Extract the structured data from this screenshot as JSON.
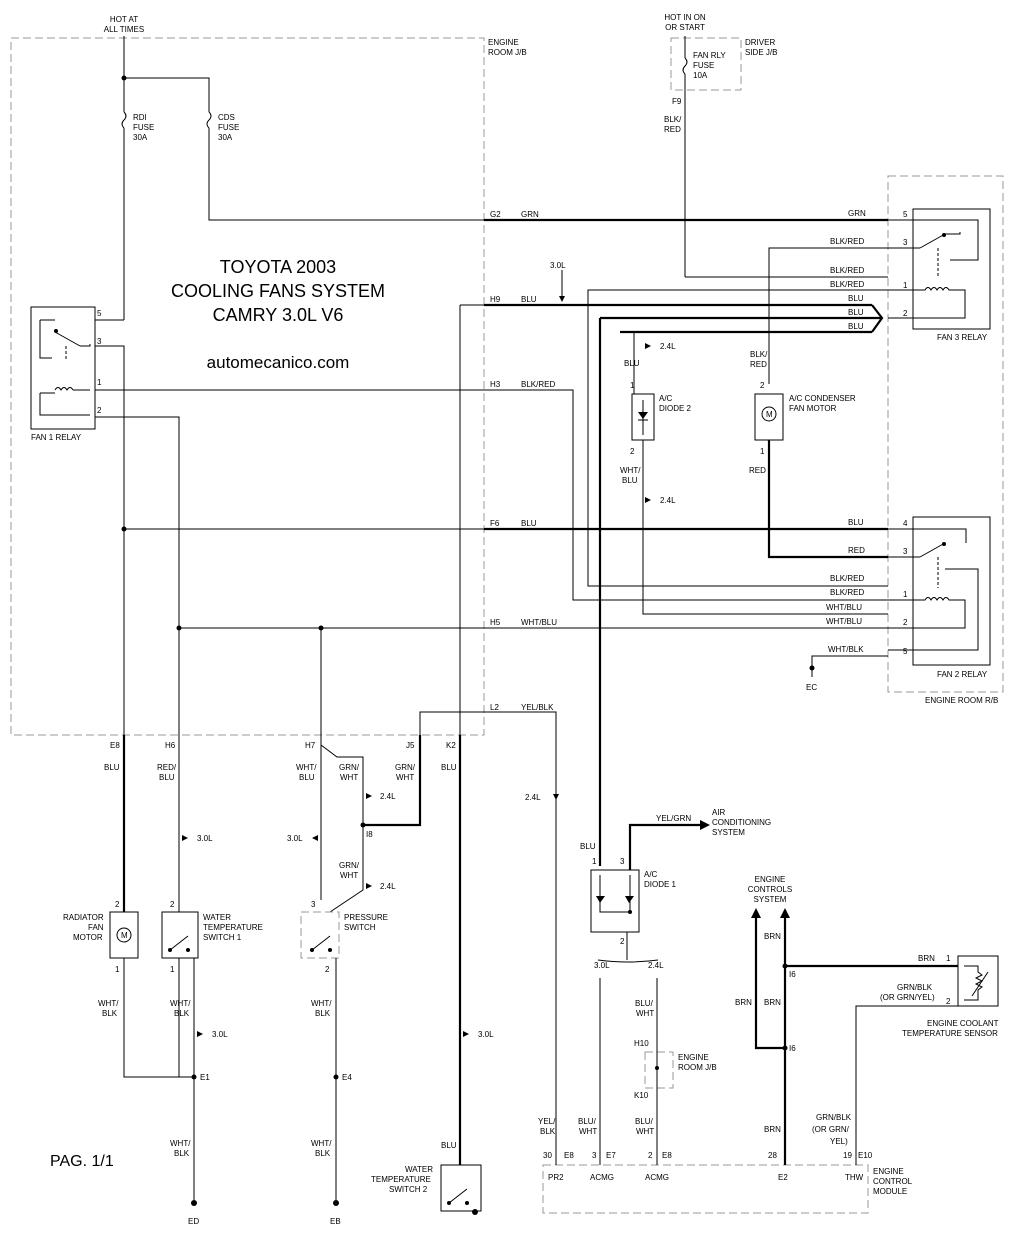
{
  "title": {
    "line1": "TOYOTA 2003",
    "line2": "COOLING FANS SYSTEM",
    "line3": "CAMRY 3.0L V6",
    "website": "automecanico.com",
    "page": "PAG. 1/1"
  },
  "sources": {
    "hot_all_times_1": "HOT AT",
    "hot_all_times_2": "ALL TIMES",
    "hot_run_1": "HOT IN ON",
    "hot_run_2": "OR START"
  },
  "boxes": {
    "engine_room_jb_1": "ENGINE",
    "engine_room_jb_2": "ROOM J/B",
    "driver_jb_1": "DRIVER",
    "driver_jb_2": "SIDE J/B",
    "engine_room_rb": "ENGINE ROOM R/B"
  },
  "fuses": {
    "rdi": [
      "RDI",
      "FUSE",
      "30A"
    ],
    "cds": [
      "CDS",
      "FUSE",
      "30A"
    ],
    "fan_rly": [
      "FAN RLY",
      "FUSE",
      "10A"
    ]
  },
  "relays": {
    "fan1": "FAN 1 RELAY",
    "fan2": "FAN 2 RELAY",
    "fan3": "FAN 3 RELAY"
  },
  "components": {
    "ac_diode2": [
      "A/C",
      "DIODE 2"
    ],
    "ac_condenser": [
      "A/C CONDENSER",
      "FAN MOTOR"
    ],
    "ac_diode1": [
      "A/C",
      "DIODE 1"
    ],
    "air_cond": [
      "AIR",
      "CONDITIONING",
      "SYSTEM"
    ],
    "radiator": [
      "RADIATOR",
      "FAN",
      "MOTOR"
    ],
    "water_temp1": [
      "WATER",
      "TEMPERATURE",
      "SWITCH 1"
    ],
    "pressure": [
      "PRESSURE",
      "SWITCH"
    ],
    "water_temp2": [
      "WATER",
      "TEMPERATURE",
      "SWITCH 2"
    ],
    "engine_controls": [
      "ENGINE",
      "CONTROLS",
      "SYSTEM"
    ],
    "ect_sensor": [
      "ENGINE COOLANT",
      "TEMPERATURE SENSOR"
    ],
    "engine_room_jb_small": [
      "ENGINE",
      "ROOM J/B"
    ],
    "ecm": [
      "ENGINE",
      "CONTROL",
      "MODULE"
    ]
  },
  "connectors": {
    "G2": "G2",
    "H9": "H9",
    "H3": "H3",
    "F6": "F6",
    "H5": "H5",
    "L2": "L2",
    "F9": "F9",
    "E8": "E8",
    "H6": "H6",
    "H7": "H7",
    "J5": "J5",
    "K2": "K2",
    "I8": "I8",
    "I6": "I6",
    "E1": "E1",
    "E4": "E4",
    "H10": "H10",
    "K10": "K10",
    "E7": "E7",
    "E2": "E2",
    "E10": "E10",
    "ED": "ED",
    "EB": "EB",
    "EC": "EC"
  },
  "wires": {
    "grn": "GRN",
    "blu": "BLU",
    "blk_red": "BLK/RED",
    "wht_blu": "WHT/BLU",
    "yel_blk": "YEL/BLK",
    "red_blu": "RED/",
    "blu2": "BLU",
    "wht": "WHT/",
    "blk": "BLK",
    "grn_slash": "GRN/",
    "wht2": "WHT",
    "blk_slash": "BLK/",
    "red": "RED",
    "wht_blk": "WHT/BLK",
    "yel_grn": "YEL/GRN",
    "brn": "BRN",
    "grn_blk": "GRN/BLK",
    "or_grn_yel": "(OR GRN/YEL)",
    "or_grn": "(OR GRN/",
    "yel_close": "YEL)",
    "yel_slash": "YEL/",
    "blu_slash": "BLU/",
    "red_slash": "RED/"
  },
  "variants": {
    "v30": "3.0L",
    "v24": "2.4L"
  },
  "ecm_pins": {
    "pr2": "PR2",
    "acmg1": "ACMG",
    "acmg2": "ACMG",
    "e2": "E2",
    "thw": "THW",
    "p30": "30",
    "p3": "3",
    "p2": "2",
    "p28": "28",
    "p19": "19"
  },
  "pins": {
    "p1": "1",
    "p2": "2",
    "p3": "3",
    "p4": "4",
    "p5": "5"
  }
}
